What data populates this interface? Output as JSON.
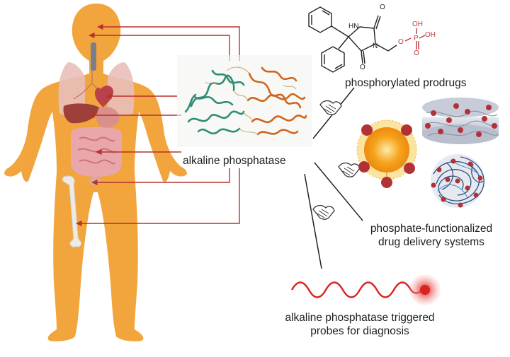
{
  "labels": {
    "enzyme": "alkaline phosphatase",
    "prodrugs": "phosphorylated prodrugs",
    "delivery_line1": "phosphate-functionalized",
    "delivery_line2": "drug delivery systems",
    "probes_line1": "alkaline phosphatase triggered",
    "probes_line2": "probes for diagnosis"
  },
  "molecule_atoms": {
    "o_top": "O",
    "nh": "HN",
    "n": "N",
    "o_bottom": "O",
    "o_link": "O",
    "p": "P",
    "o_double": "O",
    "oh_top": "OH",
    "oh_right": "OH"
  },
  "icons": [
    "human-body-icon",
    "enzyme-structure-icon",
    "handshake-icon",
    "molecule-icon",
    "nanoparticle-icon",
    "probe-wave-icon"
  ],
  "colors": {
    "body": "#F2A53D",
    "arrow": "#B7322C",
    "enzyme_chain_a": "#2E8E74",
    "enzyme_chain_b": "#D0651C",
    "phosphate": "#C2373D",
    "nanoparticle_core": "#F6A21A",
    "probe": "#D9231E"
  }
}
